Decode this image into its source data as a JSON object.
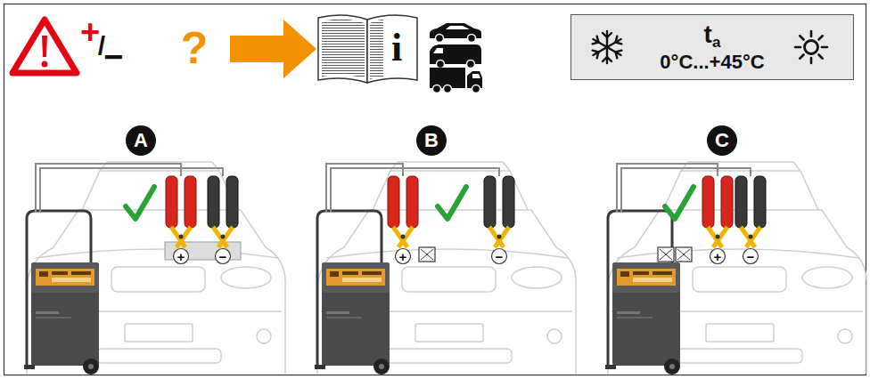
{
  "diagram": {
    "nodes": [
      {
        "text": [
          "t",
          "a",
          "0°C...+45°C"
        ]
      },
      {
        "text": [
          "A"
        ]
      },
      {
        "text": [
          "B"
        ]
      },
      {
        "text": [
          "C"
        ]
      }
    ],
    "labels": [
      "+",
      "/",
      "−",
      "?",
      "i",
      "+",
      "−",
      "+",
      "−",
      "+",
      "−"
    ]
  }
}
